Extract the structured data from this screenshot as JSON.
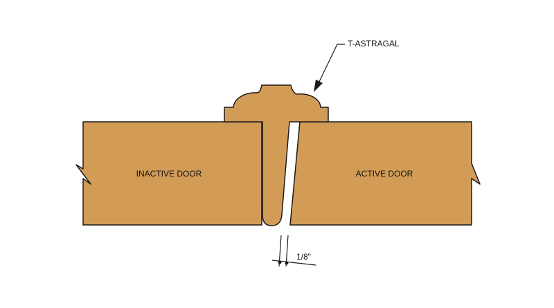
{
  "labels": {
    "inactive_door": "INACTIVE DOOR",
    "active_door": "ACTIVE DOOR",
    "astragal": "T-ASTRAGAL",
    "gap": "1/8\""
  },
  "colors": {
    "wood": "#D29C57",
    "outline": "#1a1a1a",
    "background": "#ffffff"
  }
}
